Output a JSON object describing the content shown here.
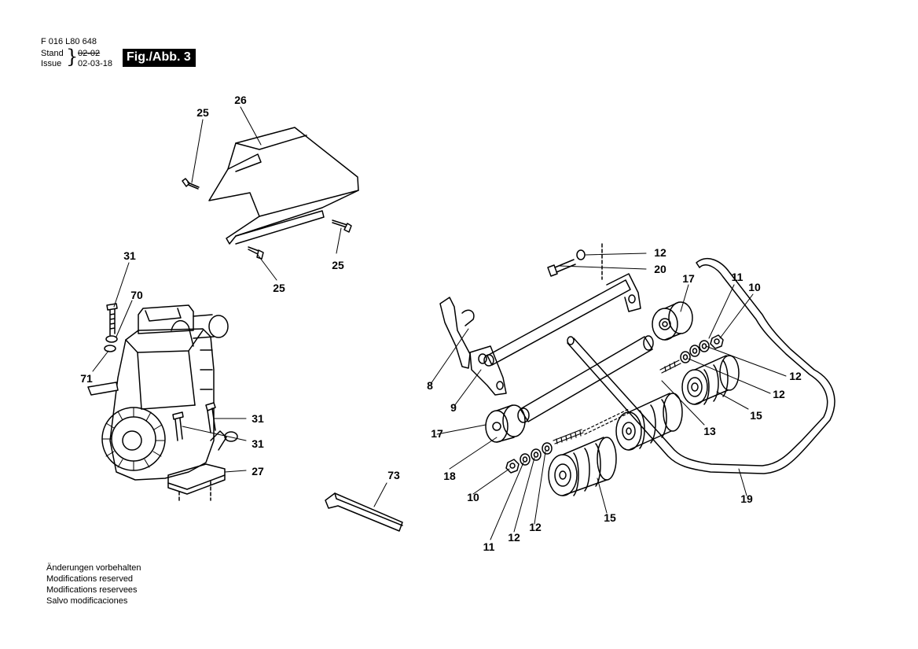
{
  "header": {
    "part_number": "F 016 L80 648",
    "stand_label": "Stand",
    "issue_label": "Issue",
    "old_date": "02-02",
    "issue_date": "02-03-18",
    "figure_label": "Fig./Abb. 3"
  },
  "callouts": [
    "26",
    "25",
    "25",
    "25",
    "31",
    "70",
    "71",
    "31",
    "31",
    "27",
    "73",
    "12",
    "20",
    "17",
    "11",
    "10",
    "8",
    "9",
    "12",
    "12",
    "15",
    "13",
    "17",
    "18",
    "10",
    "11",
    "12",
    "12",
    "15",
    "19"
  ],
  "notes": [
    "Änderungen vorbehalten",
    "Modifications reserved",
    "Modifications reservees",
    "Salvo modificaciones"
  ]
}
